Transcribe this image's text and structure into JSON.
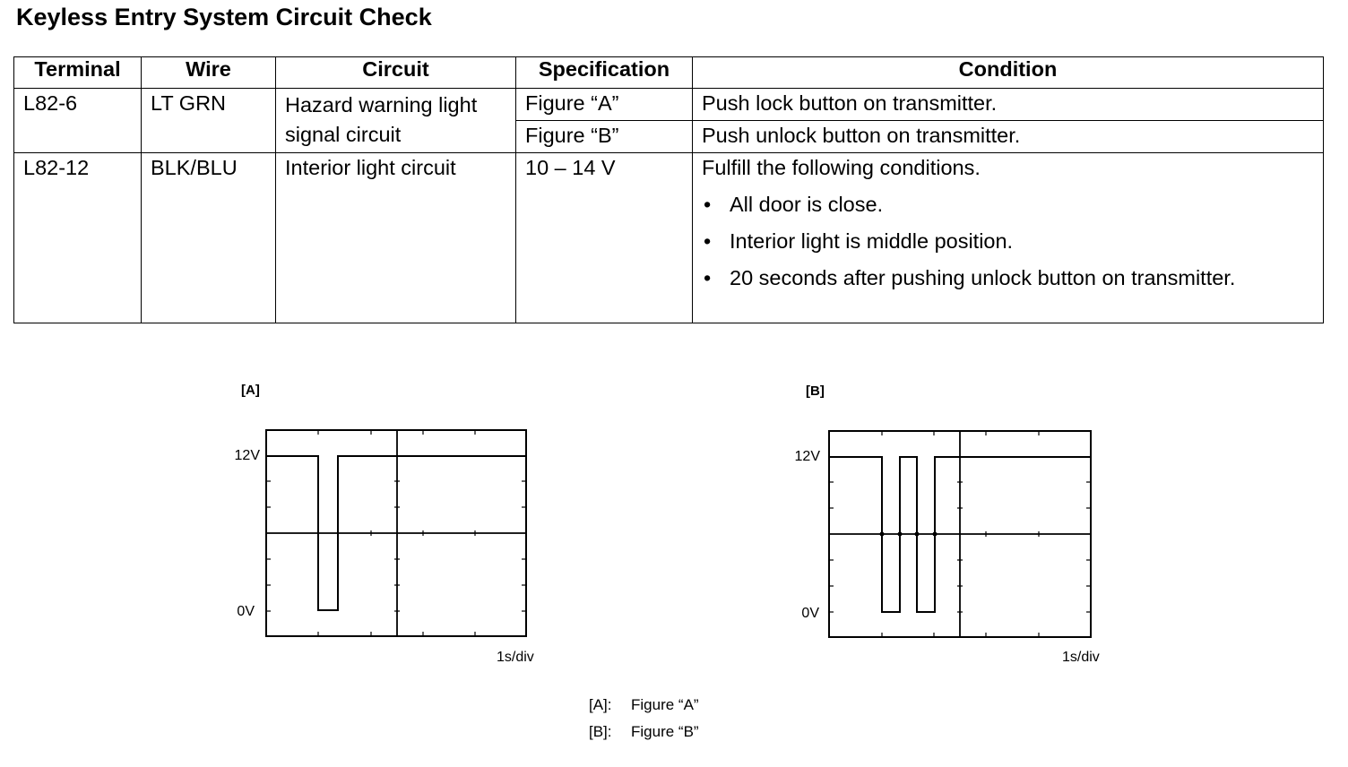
{
  "title": "Keyless Entry System Circuit Check",
  "table": {
    "headers": [
      "Terminal",
      "Wire",
      "Circuit",
      "Specification",
      "Condition"
    ],
    "row1": {
      "terminal": "L82-6",
      "wire": "LT GRN",
      "circuit": "Hazard warning light signal circuit",
      "spec_a": "Figure “A”",
      "cond_a": "Push lock button on transmitter.",
      "spec_b": "Figure “B”",
      "cond_b": "Push unlock button on transmitter."
    },
    "row2": {
      "terminal": "L82-12",
      "wire": "BLK/BLU",
      "circuit": "Interior light circuit",
      "spec": "10 – 14 V",
      "cond_intro": "Fulfill the following conditions.",
      "bullets": [
        "All door is close.",
        "Interior light is middle position.",
        "20 seconds after pushing unlock button on transmitter."
      ]
    }
  },
  "figures": {
    "a": {
      "label": "[A]",
      "y_high": "12V",
      "y_low": "0V",
      "timebase": "1s/div"
    },
    "b": {
      "label": "[B]",
      "y_high": "12V",
      "y_low": "0V",
      "timebase": "1s/div"
    }
  },
  "legend": {
    "a_key": "[A]:",
    "a_text": "Figure “A”",
    "b_key": "[B]:",
    "b_text": "Figure “B”"
  }
}
